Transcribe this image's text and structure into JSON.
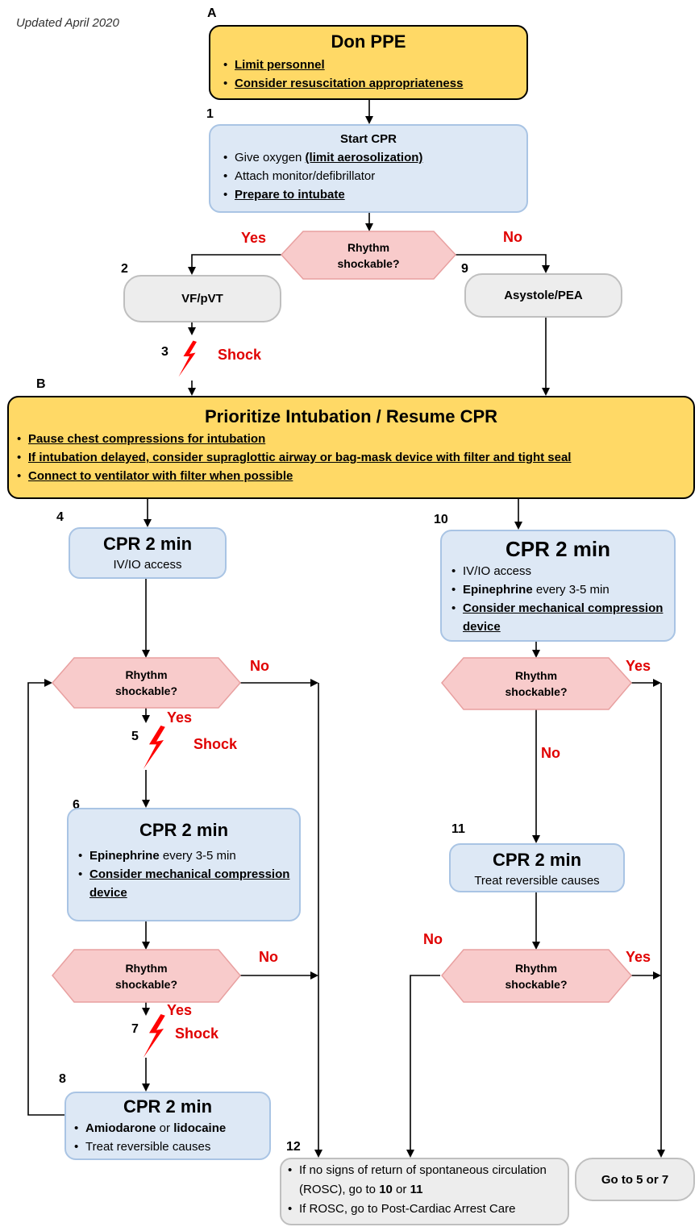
{
  "updated": "Updated April 2020",
  "labels": {
    "A": "A",
    "B": "B",
    "n1": "1",
    "n2": "2",
    "n3": "3",
    "n4": "4",
    "n5": "5",
    "n6": "6",
    "n7": "7",
    "n8": "8",
    "n9": "9",
    "n10": "10",
    "n11": "11",
    "n12": "12"
  },
  "don_ppe": {
    "title": "Don PPE",
    "bullets": [
      "Limit personnel",
      "Consider resuscitation appropriateness"
    ]
  },
  "start_cpr": {
    "title": "Start CPR",
    "b1_text": "Give oxygen ",
    "b1_bold": "(limit aerosolization)",
    "b2": "Attach monitor/defibrillator",
    "b3": "Prepare to intubate"
  },
  "rhythm_label": "Rhythm\nshockable?",
  "yes": "Yes",
  "no": "No",
  "shock": "Shock",
  "vf": "VF/pVT",
  "asystole": "Asystole/PEA",
  "prioritize": {
    "title": "Prioritize Intubation / Resume CPR",
    "bullets": [
      "Pause chest compressions for intubation",
      "If intubation delayed, consider supraglottic airway or bag-mask device with filter and tight seal",
      "Connect to ventilator with filter when possible"
    ]
  },
  "cpr2": "CPR 2 min",
  "box4": {
    "line": "IV/IO access"
  },
  "box10": {
    "b1": "IV/IO access",
    "b2_bold": "Epinephrine",
    "b2_rest": " every 3-5 min",
    "b3": "Consider mechanical compression device"
  },
  "box6": {
    "b1_bold": "Epinephrine",
    "b1_rest": " every 3-5 min",
    "b2": "Consider mechanical compression device"
  },
  "box11": {
    "line": "Treat reversible causes"
  },
  "box8": {
    "b1_bold1": "Amiodarone",
    "b1_mid": " or ",
    "b1_bold2": "lidocaine",
    "b2": "Treat reversible causes"
  },
  "box12": {
    "b1_pre": "If no signs of return of spontaneous circulation (ROSC), go to ",
    "b1_b1": "10",
    "b1_mid": " or ",
    "b1_b2": "11",
    "b2": "If ROSC, go to Post-Cardiac Arrest Care"
  },
  "goto": "Go to 5 or 7",
  "colors": {
    "yellow": "#FFD966",
    "blue_fill": "#DDE8F5",
    "blue_border": "#A9C4E4",
    "gray_fill": "#EDEDED",
    "hex_fill": "#F8CBCB",
    "hex_border": "#E8A0A0",
    "red_text": "#E00000"
  },
  "icons": [
    "lightning-bolt-icon"
  ]
}
